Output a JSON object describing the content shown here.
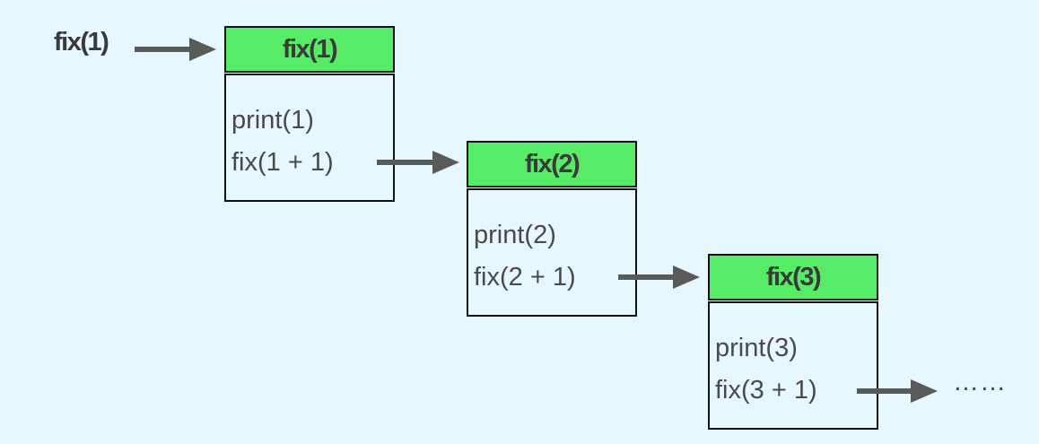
{
  "entry_label": "fix(1)",
  "frames": [
    {
      "header": "fix(1)",
      "lines": [
        "print(1)",
        "fix(1 + 1)"
      ]
    },
    {
      "header": "fix(2)",
      "lines": [
        "print(2)",
        "fix(2 + 1)"
      ]
    },
    {
      "header": "fix(3)",
      "lines": [
        "print(3)",
        "fix(3 + 1)"
      ]
    }
  ],
  "continuation": "……",
  "colors": {
    "background": "#e6f7fd",
    "header_fill": "#57ec67",
    "border": "#111111",
    "arrow": "#5a5a5a",
    "text": "#4a4a4a"
  }
}
